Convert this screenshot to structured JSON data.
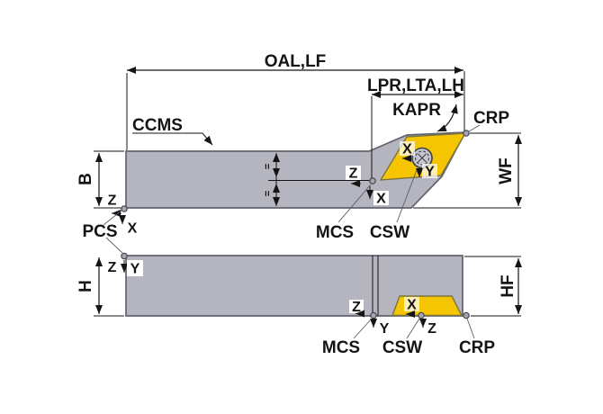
{
  "title": "Turning toolholder dimension diagram",
  "colors": {
    "body_fill": "#b5b5c0",
    "insert_fill": "#f6c501",
    "outline": "#63636e",
    "dimension_color": "#141414"
  },
  "top_view": {
    "surface_label": "CCMS",
    "dim_overall_length": "OAL,LF",
    "dim_head_length": "LPR,LTA,LH",
    "angle_lead": "KAPR",
    "dim_nose_width": "WF",
    "dim_shank_width": "B",
    "symmetry_marks": [
      "=",
      "="
    ],
    "labels": {
      "pcs": "PCS",
      "mcs": "MCS",
      "csw": "CSW",
      "crp": "CRP"
    },
    "axes": {
      "pcs_z": "Z",
      "pcs_x": "X",
      "mcs_z": "Z",
      "mcs_x": "X",
      "csw_x": "X",
      "csw_y": "Y"
    }
  },
  "front_view": {
    "dim_shank_height": "H",
    "dim_tip_height": "HF",
    "labels": {
      "mcs": "MCS",
      "csw": "CSW",
      "crp": "CRP"
    },
    "axes": {
      "pcs_z": "Z",
      "pcs_y": "Y",
      "mcs_z": "Z",
      "mcs_y": "Y",
      "csw_x": "X",
      "csw_z": "Z"
    }
  }
}
